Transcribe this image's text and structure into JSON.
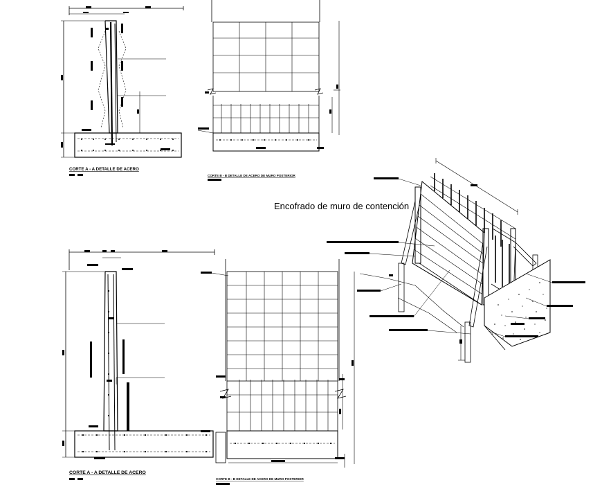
{
  "captions": {
    "top_left": "CORTE A - A DETALLE DE ACERO",
    "top_middle": "CORTE B - B DETALLE DE ACERO DE MURO POSTERIOR",
    "bottom_left": "CORTE A - A DETALLE DE ACERO",
    "bottom_middle": "CORTE B - B DETALLE DE ACERO DE MURO POSTERIOR"
  },
  "isometric_title": "Encofrado de muro de contención"
}
